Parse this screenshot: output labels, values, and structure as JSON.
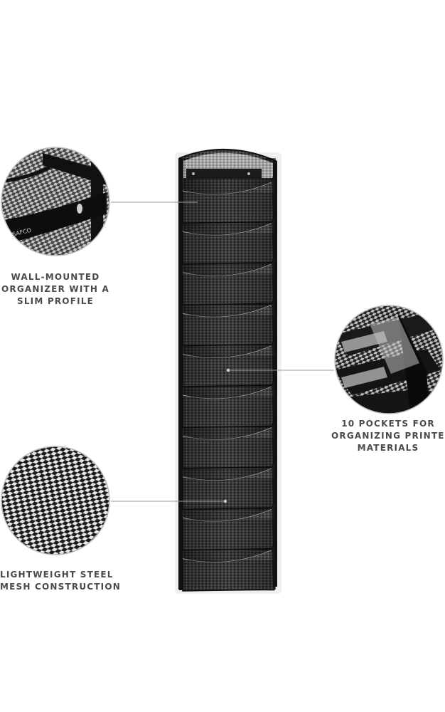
{
  "callouts": {
    "wall_mounted": {
      "lines": [
        "WALL-MOUNTED",
        "ORGANIZER WITH A",
        "SLIM PROFILE"
      ],
      "detail_icon": "bracket-closeup",
      "badge_text": "SAFCO"
    },
    "pockets": {
      "lines": [
        "10 POCKETS FOR",
        "ORGANIZING PRINTED",
        "MATERIALS"
      ],
      "detail_icon": "pocket-closeup"
    },
    "mesh": {
      "lines": [
        "LIGHTWEIGHT STEEL",
        "MESH CONSTRUCTION"
      ],
      "detail_icon": "mesh-closeup"
    }
  },
  "product": {
    "pocket_count": 10,
    "color": "#1c1c1c"
  },
  "colors": {
    "label": "#4a4a4a",
    "leader_line": "#9a9a9a",
    "circle_border": "#bdbdbd",
    "mesh_dark": "#1a1a1a"
  }
}
